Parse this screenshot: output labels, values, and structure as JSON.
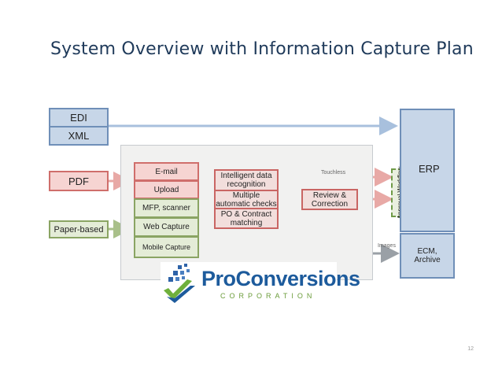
{
  "title": "System Overview with Information Capture Plan",
  "inputs": {
    "edi": "EDI",
    "xml": "XML",
    "pdf": "PDF",
    "paper": "Paper-based"
  },
  "channels": [
    "E-mail",
    "Upload",
    "MFP, scanner",
    "Web Capture",
    "Mobile Capture"
  ],
  "processing": [
    "Intelligent data recognition",
    "Multiple automatic checks",
    "PO & Contract matching"
  ],
  "review": "Review & Correction",
  "approval": "Approval Workflow",
  "erp": "ERP",
  "archive": "ECM, Archive",
  "flow_labels": {
    "touchless": "Touchless",
    "images": "Images"
  },
  "logo": {
    "word": "ProConversions",
    "corp": "CORPORATION"
  },
  "page_number": "12",
  "colors": {
    "blue_fill": "#c7d6e8",
    "red_fill": "#f6d4d2",
    "green_fill": "#e4ecd7",
    "arrow_blue": "#a8c0dd",
    "arrow_red": "#e8a9a6",
    "arrow_green": "#a9c08a"
  }
}
